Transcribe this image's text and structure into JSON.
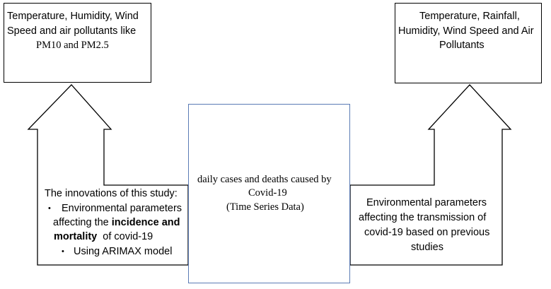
{
  "left_box": {
    "lines": [
      "Temperature, Humidity, Wind",
      "Speed and air pollutants like",
      "PM10 and PM2.5"
    ]
  },
  "right_box": {
    "lines": [
      "Temperature, Rainfall,",
      "Humidity, Wind Speed and Air",
      "Pollutants"
    ]
  },
  "center_box": {
    "lines": [
      "daily cases and deaths caused by",
      "Covid-19",
      "(Time Series Data)"
    ]
  },
  "left_arrow": {
    "heading": "The innovations of this study:",
    "bullet_symbol": "•",
    "bullet1": {
      "line1": "Environmental parameters",
      "line2_pre": "affecting the ",
      "line2_bold": "incidence and",
      "line3_bold": "mortality",
      "line3_post": "  of covid-19"
    },
    "bullet2": "Using ARIMAX model"
  },
  "right_arrow": {
    "lines": [
      "Environmental parameters",
      "affecting the transmission of",
      "covid-19 based on previous",
      "studies"
    ]
  },
  "colors": {
    "line": "#000000",
    "center_border": "#5b7bb5",
    "background": "#ffffff"
  }
}
